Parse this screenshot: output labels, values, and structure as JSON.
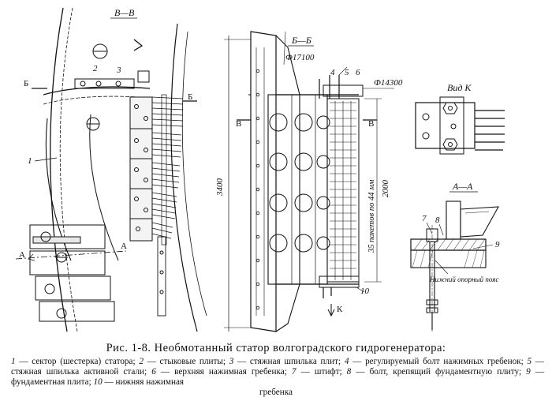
{
  "figure": {
    "section_bb_left": "В—В",
    "section_bb": "Б—Б",
    "view_k": "Вид К",
    "section_aa": "А—А",
    "diam_outer": "Ф17100",
    "diam_inner": "Ф14300",
    "height_total": "3400",
    "height_core": "2000",
    "packets_note": "35 пакетов по 44 мм",
    "lower_belt": "Нижний опорный пояс",
    "letters": {
      "B": "Б",
      "V": "В",
      "A": "А",
      "K": "К"
    },
    "numbers": {
      "n1": "1",
      "n2": "2",
      "n3": "3",
      "n4": "4",
      "n5": "5",
      "n6": "6",
      "n7": "7",
      "n8": "8",
      "n9": "9",
      "n10": "10"
    }
  },
  "caption": {
    "title": "Рис. 1-8. Необмотанный статор волгоградского гидрогенератора:",
    "legend": [
      {
        "num": "1",
        "text": " — сектор (шестерка) статора; "
      },
      {
        "num": "2",
        "text": " — стыковые плиты; "
      },
      {
        "num": "3",
        "text": " — стяжная шпилька плит; "
      },
      {
        "num": "4",
        "text": " — регулируемый болт нажимных гребенок; "
      },
      {
        "num": "5",
        "text": " — стяжная шпилька активной стали; "
      },
      {
        "num": "6",
        "text": " — верхняя нажимная гребенка; "
      },
      {
        "num": "7",
        "text": " — штифт; "
      },
      {
        "num": "8",
        "text": " — болт, крепящий фундаментную плиту; "
      },
      {
        "num": "9",
        "text": " — фундаментная плита; "
      },
      {
        "num": "10",
        "text": " — нижняя нажимная"
      }
    ],
    "legend_tail": "гребенка"
  }
}
